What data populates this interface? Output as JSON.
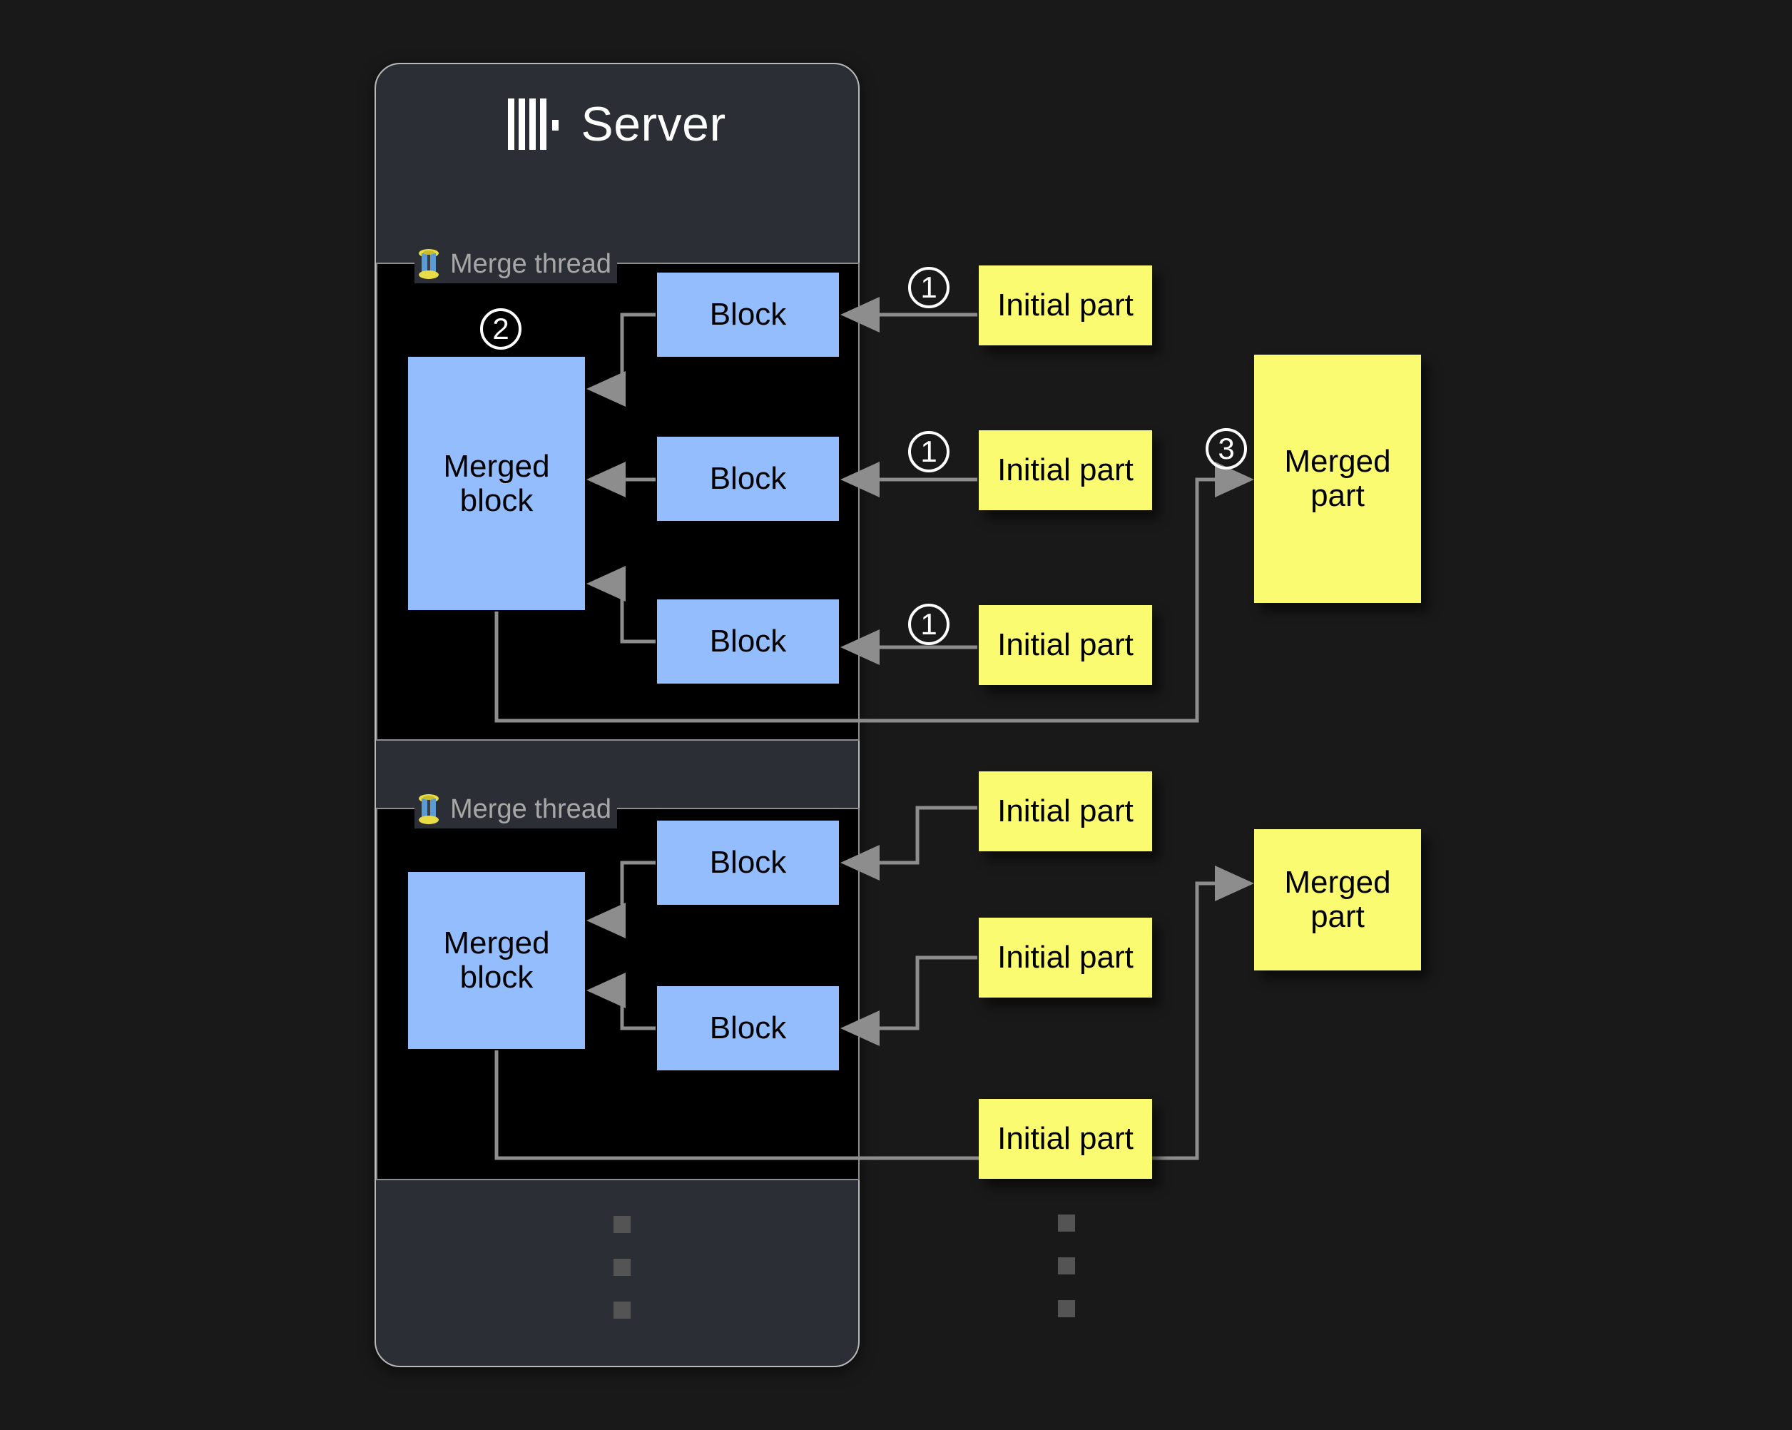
{
  "page": {
    "background_color": "#191919"
  },
  "server": {
    "title": "Server",
    "logo_icon": "clickhouse-logo-icon",
    "card_color": "#2c2e35",
    "border_color": "#b9b9b9"
  },
  "merge_threads": [
    {
      "label": "Merge thread",
      "icon": "thread-spool-icon",
      "merged_block_label": "Merged block",
      "blocks": [
        "Block",
        "Block",
        "Block"
      ]
    },
    {
      "label": "Merge thread",
      "icon": "thread-spool-icon",
      "merged_block_label": "Merged block",
      "blocks": [
        "Block",
        "Block"
      ]
    }
  ],
  "parts": {
    "initial_label": "Initial part",
    "merged_label": "Merged part",
    "initial_parts": [
      "Initial part",
      "Initial part",
      "Initial part",
      "Initial part",
      "Initial part",
      "Initial part"
    ],
    "merged_parts": [
      "Merged part",
      "Merged part"
    ]
  },
  "steps": {
    "one_a": "1",
    "one_b": "1",
    "one_c": "1",
    "two": "2",
    "three": "3"
  },
  "colors": {
    "block_blue": "#93bdfd",
    "part_yellow": "#fbfb72",
    "thread_box_bg": "#000000",
    "thread_box_border": "#8d8d8d",
    "arrow_gray": "#8d8d8d",
    "label_gray": "#a7a7a7",
    "dot_gray": "#545454"
  },
  "ellipsis": {
    "server_column": "...",
    "parts_column": "..."
  }
}
